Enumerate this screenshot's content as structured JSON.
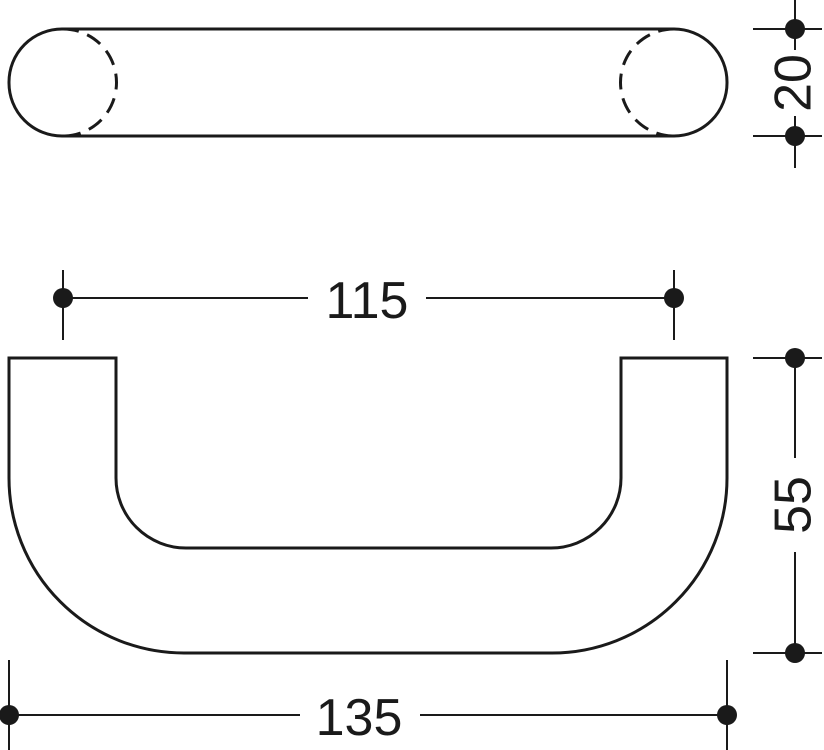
{
  "dimensions": {
    "thickness": "20",
    "inner_width": "115",
    "depth": "55",
    "outer_width": "135"
  }
}
